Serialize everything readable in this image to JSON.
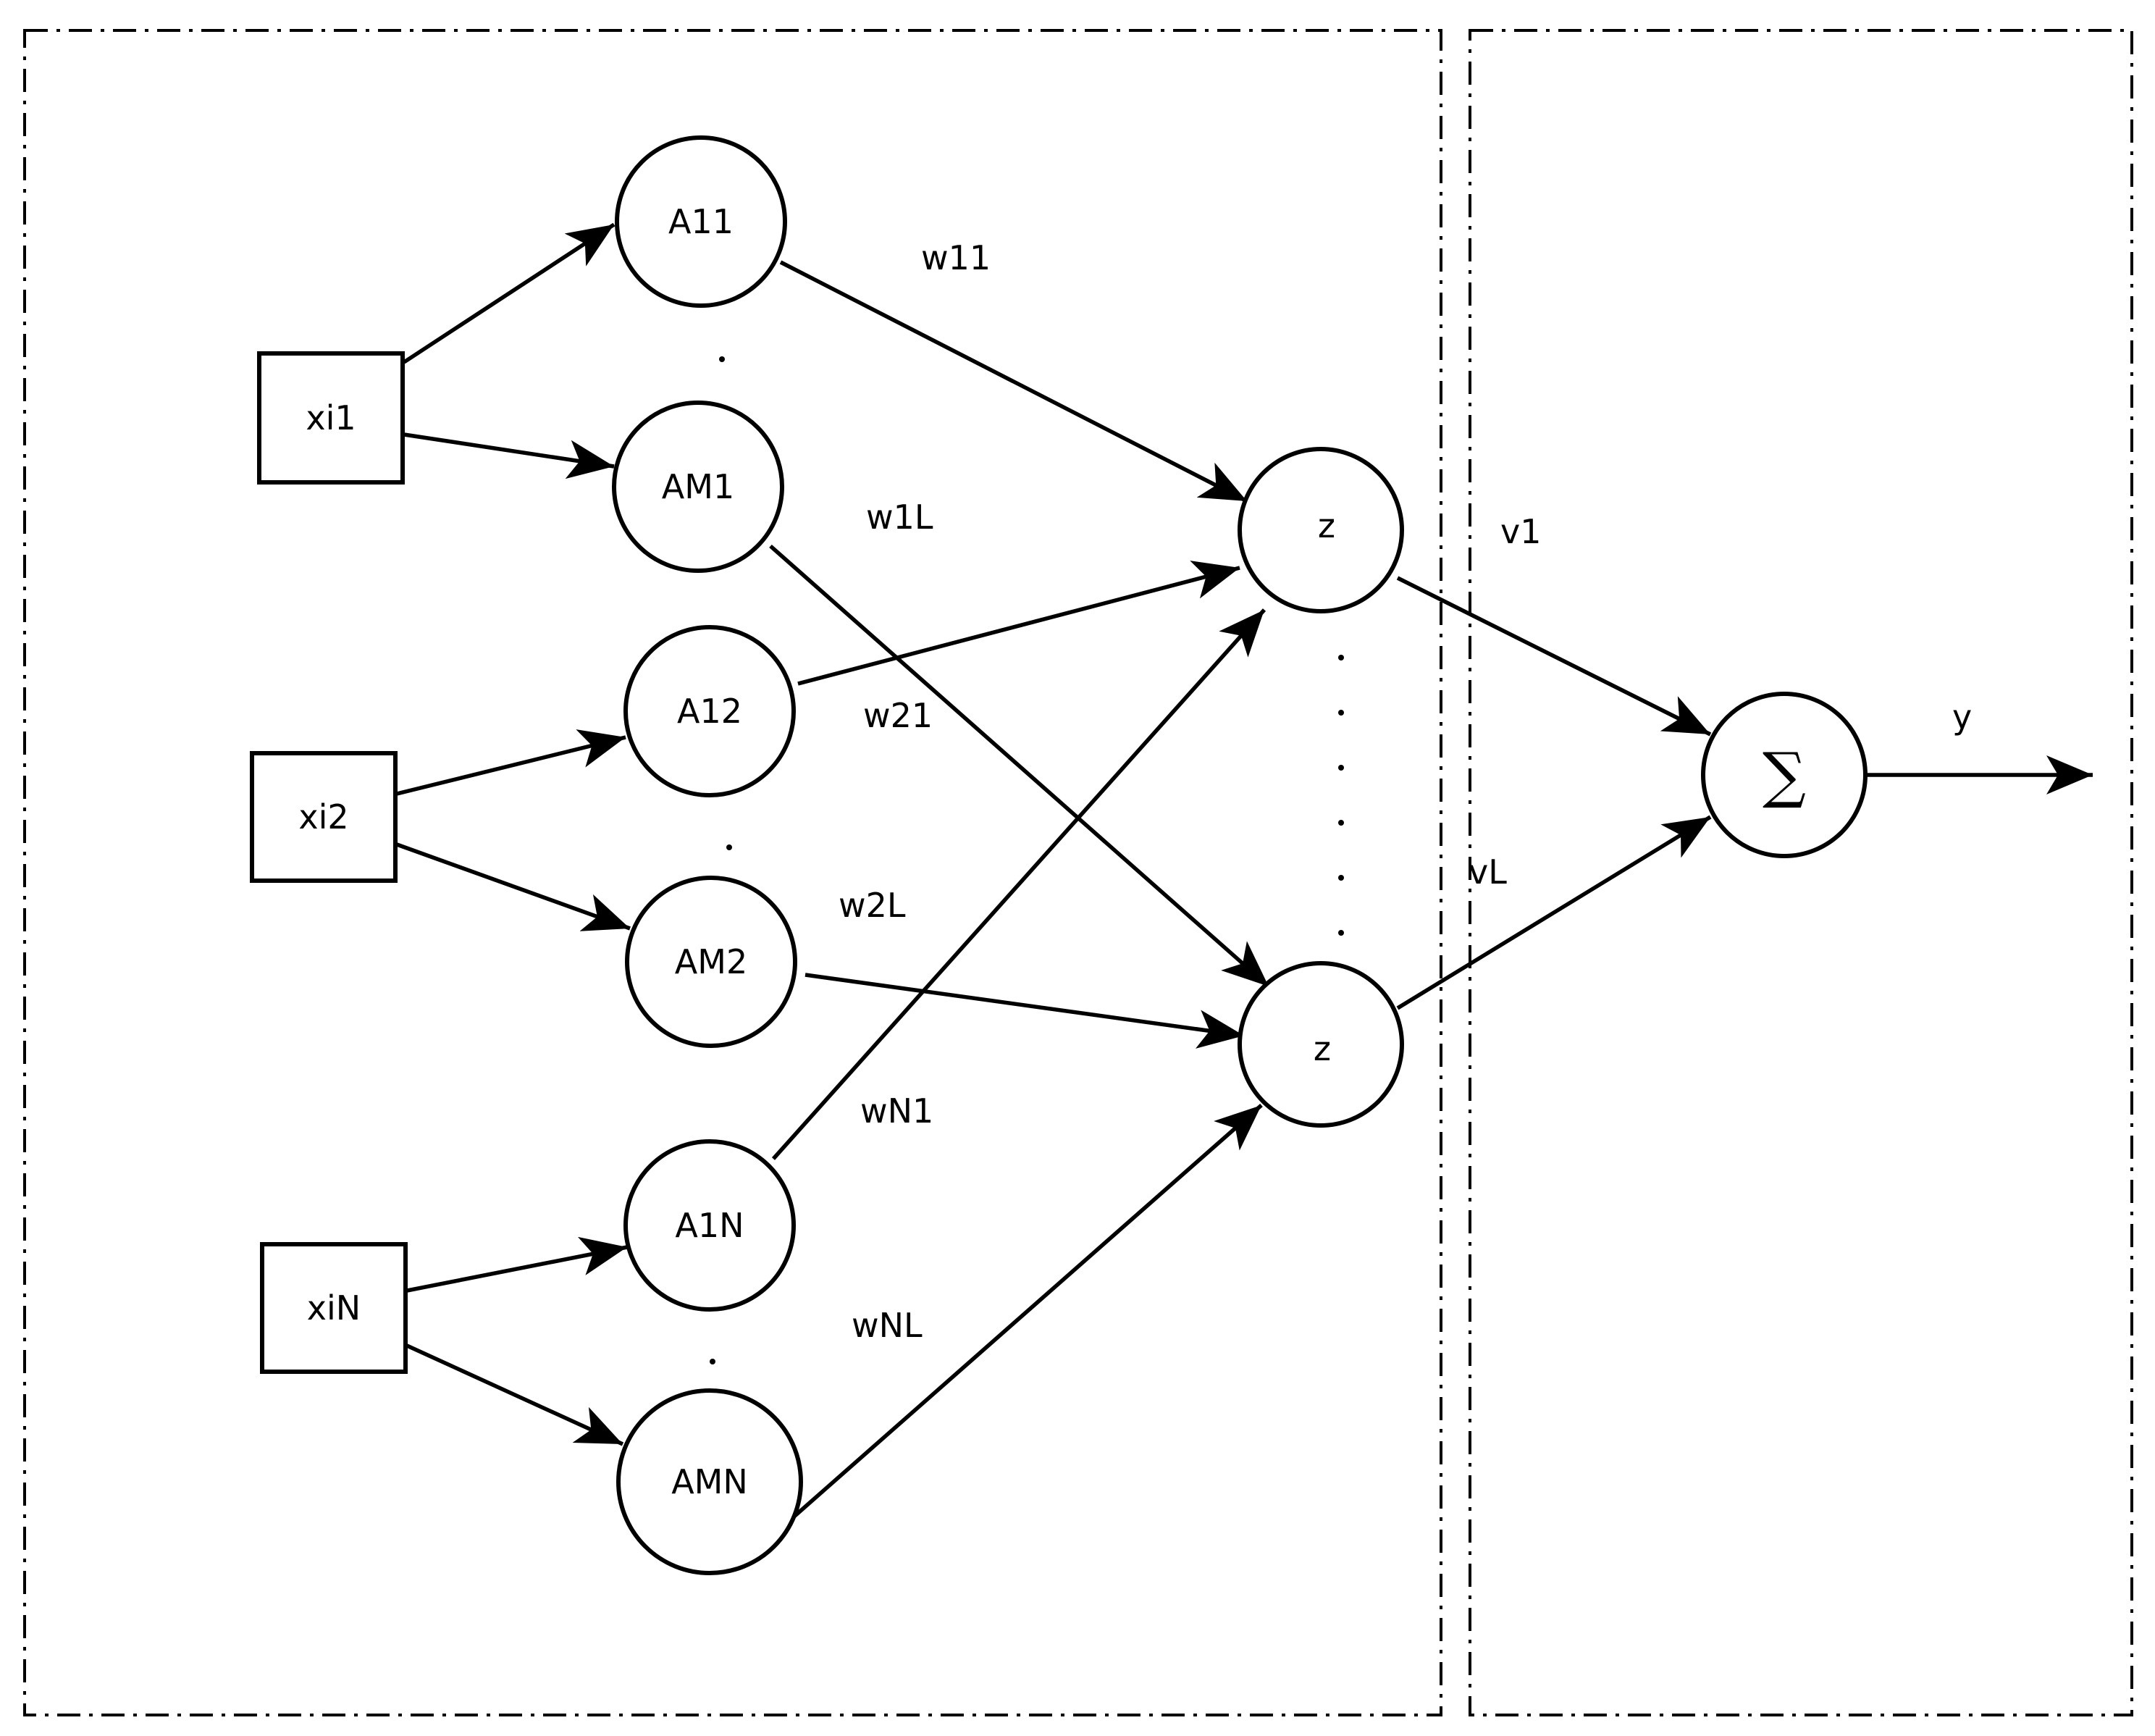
{
  "inputs": [
    {
      "id": "xi1",
      "label": "xi1"
    },
    {
      "id": "xi2",
      "label": "xi2"
    },
    {
      "id": "xiN",
      "label": "xiN"
    }
  ],
  "membership": [
    {
      "id": "A11",
      "label": "A11"
    },
    {
      "id": "AM1",
      "label": "AM1"
    },
    {
      "id": "A12",
      "label": "A12"
    },
    {
      "id": "AM2",
      "label": "AM2"
    },
    {
      "id": "A1N",
      "label": "A1N"
    },
    {
      "id": "AMN",
      "label": "AMN"
    }
  ],
  "hidden": [
    {
      "id": "z1",
      "label": "z"
    },
    {
      "id": "zL",
      "label": "z"
    }
  ],
  "output": {
    "id": "sum",
    "label": "∑",
    "out_label": "y"
  },
  "weights": [
    {
      "id": "w11",
      "label": "w11"
    },
    {
      "id": "w1L",
      "label": "w1L"
    },
    {
      "id": "w21",
      "label": "w21"
    },
    {
      "id": "w2L",
      "label": "w2L"
    },
    {
      "id": "wN1",
      "label": "wN1"
    },
    {
      "id": "wNL",
      "label": "wNL"
    }
  ],
  "output_weights": [
    {
      "id": "v1",
      "label": "v1"
    },
    {
      "id": "vL",
      "label": "vL"
    }
  ],
  "edges": [
    {
      "from": "xi1",
      "to": "A11"
    },
    {
      "from": "xi1",
      "to": "AM1"
    },
    {
      "from": "xi2",
      "to": "A12"
    },
    {
      "from": "xi2",
      "to": "AM2"
    },
    {
      "from": "xiN",
      "to": "A1N"
    },
    {
      "from": "xiN",
      "to": "AMN"
    },
    {
      "from": "A11",
      "to": "z1"
    },
    {
      "from": "AM1",
      "to": "zL"
    },
    {
      "from": "A12",
      "to": "z1"
    },
    {
      "from": "AM2",
      "to": "zL"
    },
    {
      "from": "A1N",
      "to": "z1"
    },
    {
      "from": "AMN",
      "to": "zL"
    },
    {
      "from": "z1",
      "to": "sum"
    },
    {
      "from": "zL",
      "to": "sum"
    }
  ]
}
